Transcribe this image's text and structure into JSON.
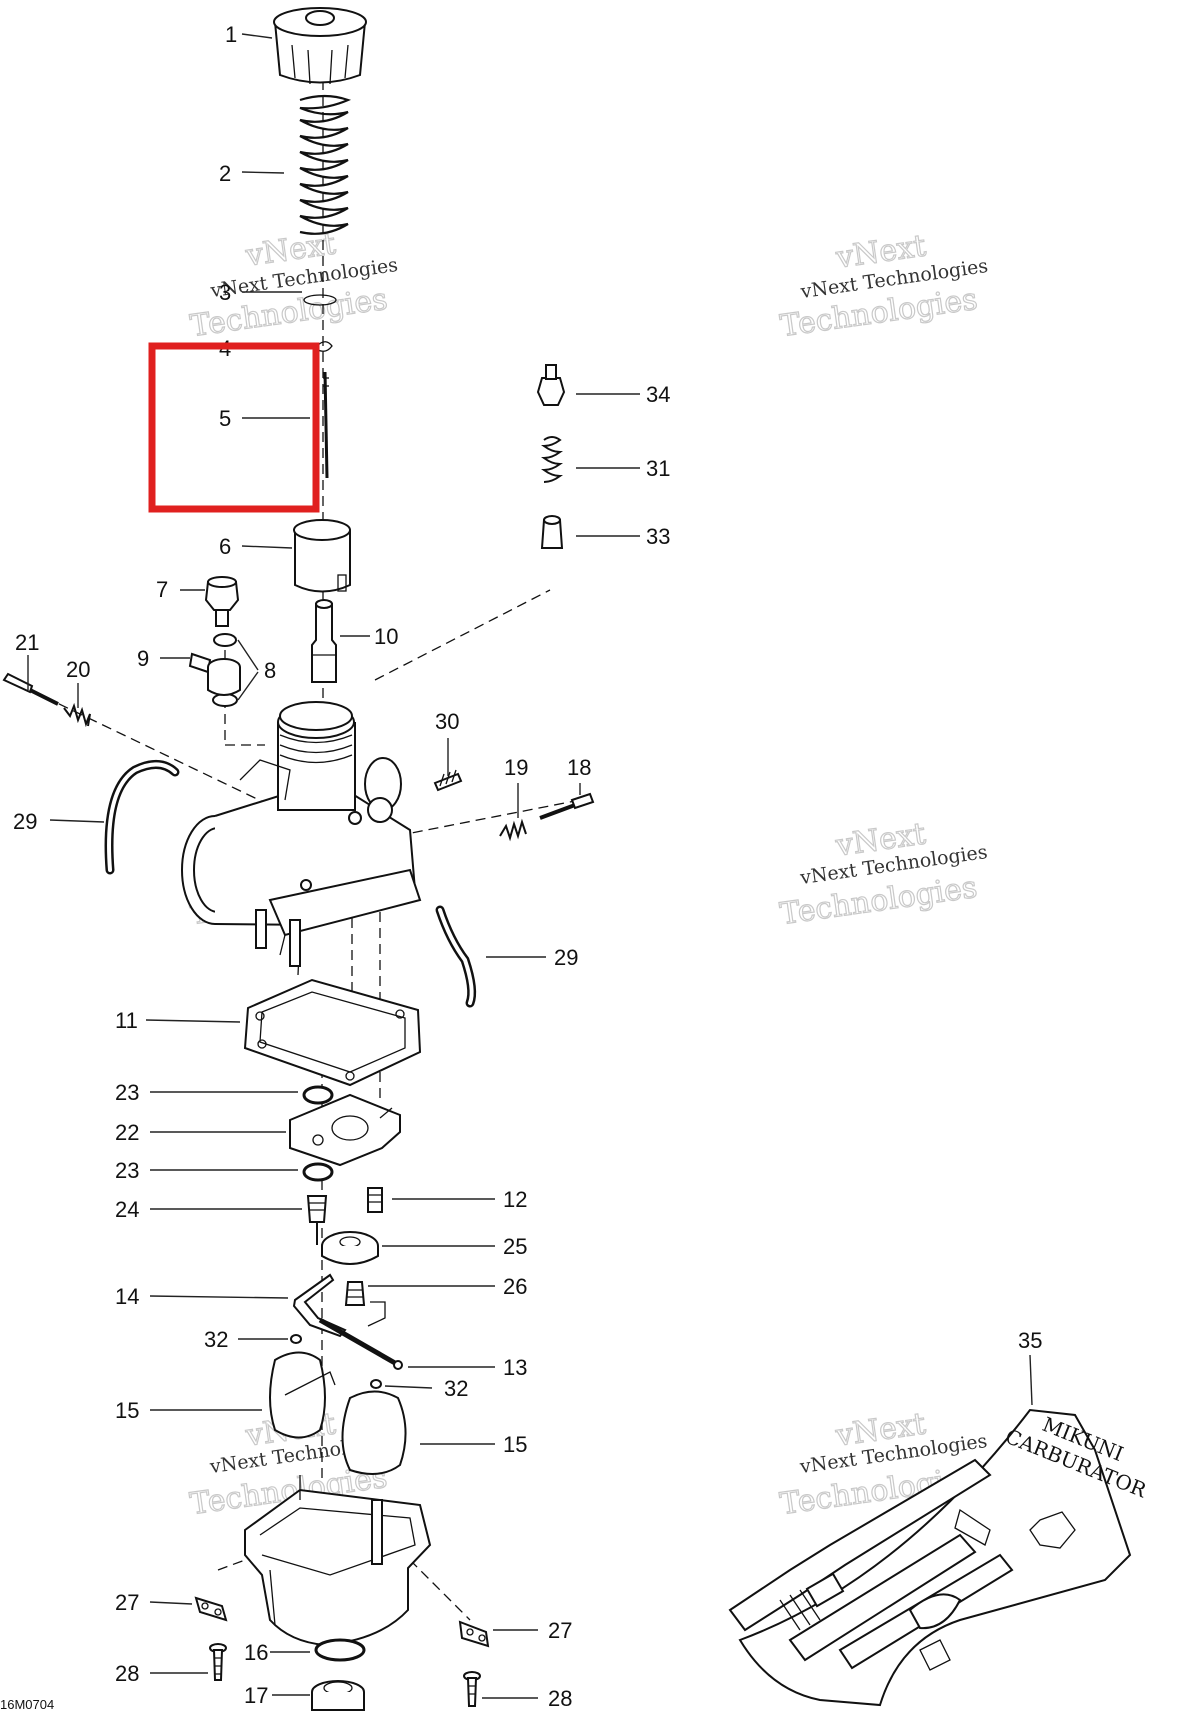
{
  "figure_code": "16M0704",
  "watermark": {
    "line1": "vNext Technologies",
    "line2": "vNext",
    "line3": "Technologies"
  },
  "highlight": {
    "color": "#e0201f",
    "target_callout": "5"
  },
  "callouts": {
    "c1": "1",
    "c2": "2",
    "c3": "3",
    "c4": "4",
    "c5": "5",
    "c6": "6",
    "c7": "7",
    "c8": "8",
    "c9": "9",
    "c10": "10",
    "c11": "11",
    "c12": "12",
    "c13": "13",
    "c14": "14",
    "c15a": "15",
    "c15b": "15",
    "c16": "16",
    "c17": "17",
    "c18": "18",
    "c19": "19",
    "c20": "20",
    "c21": "21",
    "c22": "22",
    "c23a": "23",
    "c23b": "23",
    "c24": "24",
    "c25": "25",
    "c26": "26",
    "c27a": "27",
    "c27b": "27",
    "c28a": "28",
    "c28b": "28",
    "c29a": "29",
    "c29b": "29",
    "c30": "30",
    "c31": "31",
    "c32a": "32",
    "c32b": "32",
    "c33": "33",
    "c34": "34",
    "c35": "35"
  },
  "kit_label": {
    "line1": "MIKUNI",
    "line2": "CARBURATOR"
  }
}
